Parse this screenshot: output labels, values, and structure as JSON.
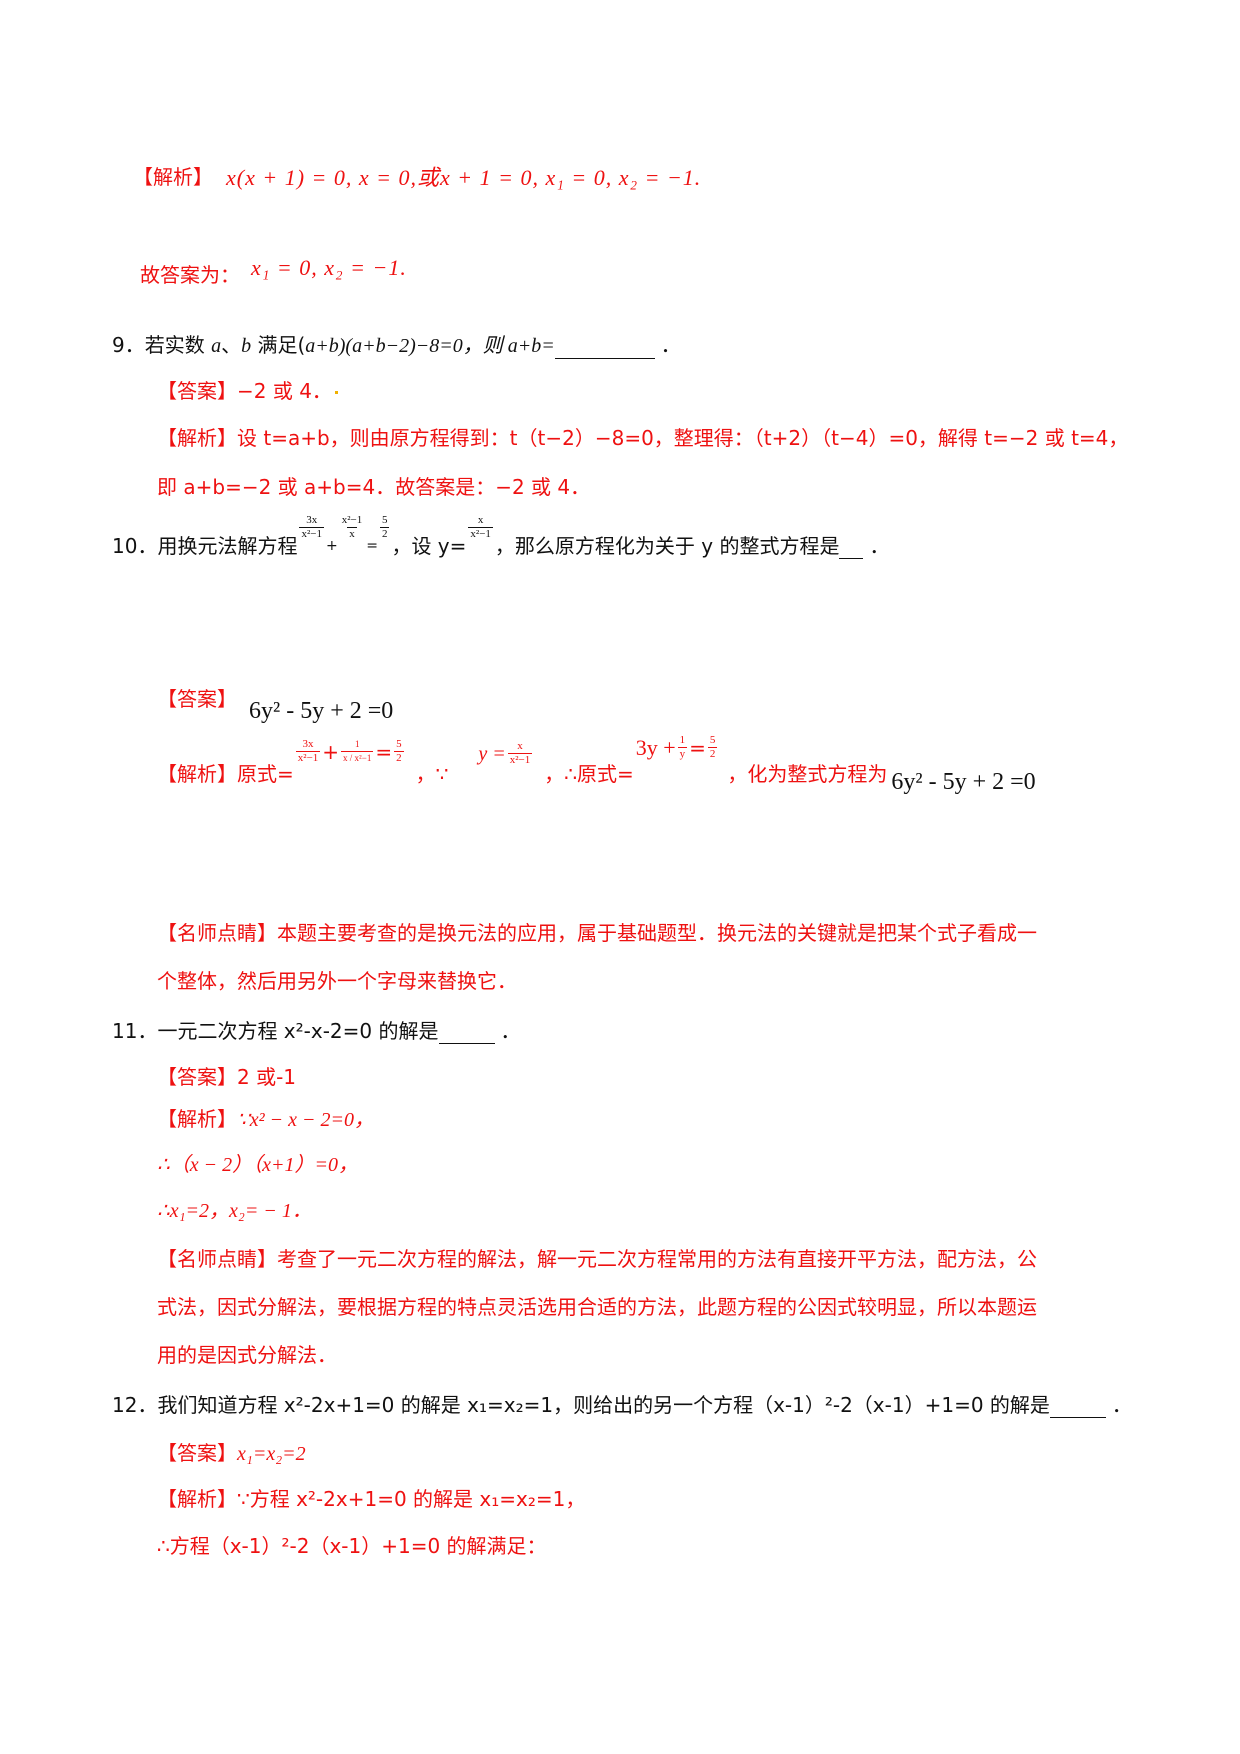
{
  "s8": {
    "jiexi_tag": "【解析】",
    "jiexi_math": "x(x + 1) = 0, x = 0,或x + 1 = 0, x₁ = 0, x₂ = −1.",
    "answer_tag": "故答案为：",
    "answer_math": "x₁ = 0, x₂ = −1."
  },
  "q9": {
    "number": "9．",
    "text_a": "若实数 ",
    "var_a": "a",
    "text_b": "、",
    "var_b": "b",
    "text_c": " 满足(",
    "expr": "a+b)(a+b−2)−8=0，则 ",
    "ask": "a+b=",
    "end": "．",
    "answer_tag": "【答案】",
    "answer": "−2 或 4．",
    "jiexi_tag": "【解析】",
    "jiexi_line1": "设 t=a+b，则由原方程得到：t（t−2）−8=0，整理得：（t+2）（t−4）=0，解得 t=−2 或 t=4，",
    "jiexi_line2": "即 a+b=−2 或 a+b=4．故答案是：−2 或 4．"
  },
  "q10": {
    "number": "10．",
    "text_a": "用换元法解方程",
    "frac1_num": "3x",
    "frac1_den": "x²−1",
    "plus": "+",
    "frac2_num": "x²−1",
    "frac2_den": "x",
    "eq": "=",
    "frac3_num": "5",
    "frac3_den": "2",
    "text_b": "，设 y=",
    "frac4_num": "x",
    "frac4_den": "x²−1",
    "text_c": "，那么原方程化为关于 y 的整式方程是",
    "end": "．",
    "answer_tag": "【答案】",
    "answer": "6y² - 5y + 2 =0",
    "jiexi_tag": "【解析】原式=",
    "j_frac1_num": "3x",
    "j_frac1_den": "x²−1",
    "j_plus": "+",
    "j_frac2_num": "1",
    "j_frac2_den": "x / x²−1",
    "j_eq": "=",
    "j_frac3_num": "5",
    "j_frac3_den": "2",
    "j_because": "，∵",
    "j_yeq": "y =",
    "j_frac4_num": "x",
    "j_frac4_den": "x²−1",
    "j_therefore": "，∴原式=",
    "j_3y": "3y +",
    "j_frac5_num": "1",
    "j_frac5_den": "y",
    "j_eq2": "=",
    "j_frac6_num": "5",
    "j_frac6_den": "2",
    "j_result_text": "，化为整式方程为",
    "j_result_math": "6y² - 5y + 2 =0",
    "mingshi_line1": "【名师点睛】本题主要考查的是换元法的应用，属于基础题型．换元法的关键就是把某个式子看成一",
    "mingshi_line2": "个整体，然后用另外一个字母来替换它．"
  },
  "q11": {
    "number": "11．",
    "text": "一元二次方程 x²-x-2=0 的解是",
    "end": "．",
    "answer_tag": "【答案】",
    "answer": "2 或-1",
    "jiexi_tag": "【解析】",
    "jiexi_line1": "∵x² − x − 2=0，",
    "jiexi_line2": "∴（x − 2）（x+1）=0，",
    "jiexi_line3": "∴x₁=2，x₂= − 1．",
    "mingshi_line1": "【名师点睛】考查了一元二次方程的解法，解一元二次方程常用的方法有直接开平方法，配方法，公",
    "mingshi_line2": "式法，因式分解法，要根据方程的特点灵活选用合适的方法，此题方程的公因式较明显，所以本题运",
    "mingshi_line3": "用的是因式分解法．"
  },
  "q12": {
    "number": "12．",
    "text": "我们知道方程 x²-2x+1=0 的解是 x₁=x₂=1，则给出的另一个方程（x-1）²-2（x-1）+1=0 的解是",
    "end": "．",
    "answer_tag": "【答案】",
    "answer": "x₁=x₂=2",
    "jiexi_line1": "【解析】∵方程 x²-2x+1=0 的解是 x₁=x₂=1，",
    "jiexi_line2": "∴方程（x-1）²-2（x-1）+1=0 的解满足："
  }
}
